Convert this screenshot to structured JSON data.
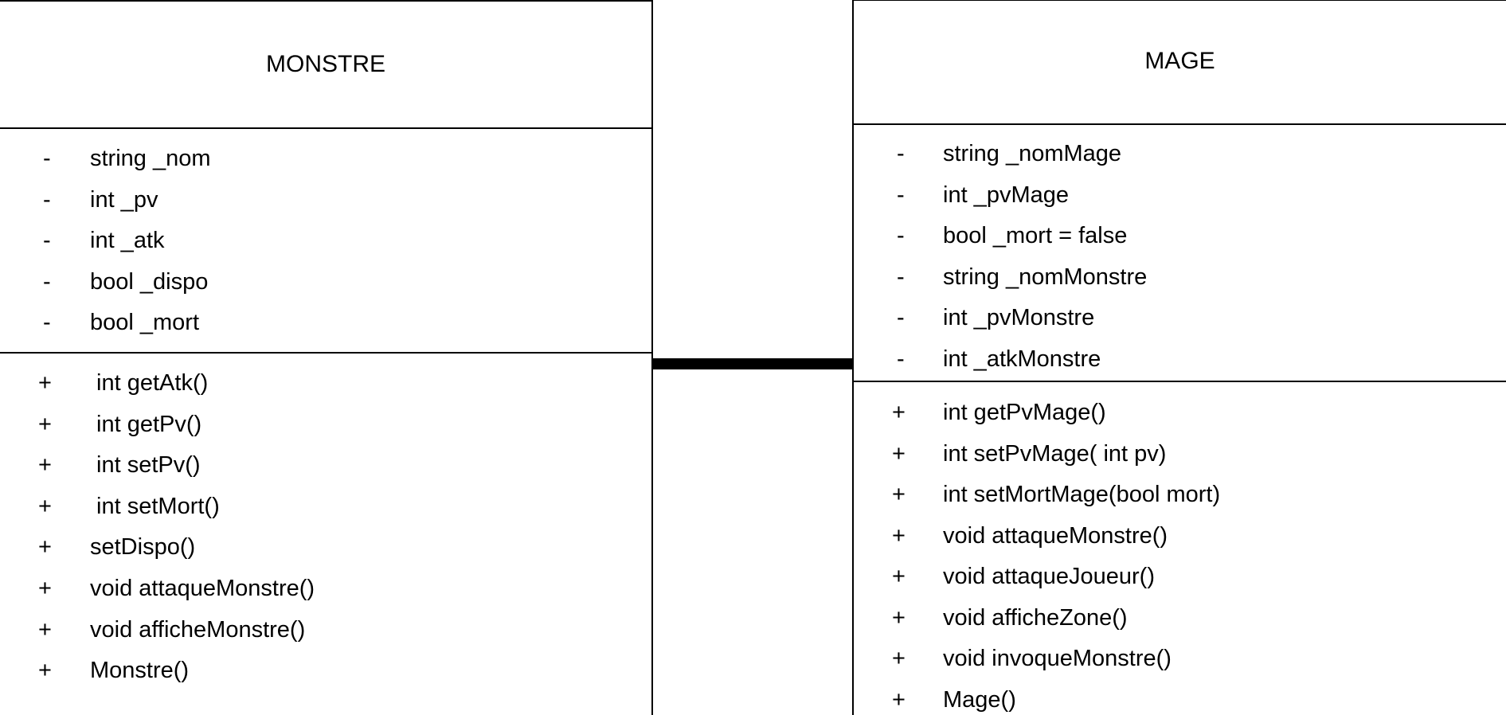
{
  "diagram": {
    "classes": [
      {
        "id": "monstre",
        "name": "MONSTRE",
        "attributes": [
          {
            "visibility": "-",
            "text": "string _nom"
          },
          {
            "visibility": "-",
            "text": "int _pv"
          },
          {
            "visibility": "-",
            "text": "int _atk"
          },
          {
            "visibility": "-",
            "text": "bool _dispo"
          },
          {
            "visibility": "-",
            "text": "bool _mort"
          }
        ],
        "methods": [
          {
            "visibility": "+",
            "text": " int getAtk()"
          },
          {
            "visibility": "+",
            "text": " int getPv()"
          },
          {
            "visibility": "+",
            "text": " int setPv()"
          },
          {
            "visibility": "+",
            "text": " int setMort()"
          },
          {
            "visibility": "+",
            "text": "setDispo()"
          },
          {
            "visibility": "+",
            "text": "void attaqueMonstre()"
          },
          {
            "visibility": "+",
            "text": "void afficheMonstre()"
          },
          {
            "visibility": "+",
            "text": "Monstre()"
          }
        ]
      },
      {
        "id": "mage",
        "name": "MAGE",
        "attributes": [
          {
            "visibility": "-",
            "text": "string _nomMage"
          },
          {
            "visibility": "-",
            "text": "int _pvMage"
          },
          {
            "visibility": "-",
            "text": "bool _mort = false"
          },
          {
            "visibility": "-",
            "text": "string _nomMonstre"
          },
          {
            "visibility": "-",
            "text": "int _pvMonstre"
          },
          {
            "visibility": "-",
            "text": "int _atkMonstre"
          }
        ],
        "methods": [
          {
            "visibility": "+",
            "text": "int getPvMage()"
          },
          {
            "visibility": "+",
            "text": "int setPvMage( int pv)"
          },
          {
            "visibility": "+",
            "text": "int setMortMage(bool mort)"
          },
          {
            "visibility": "+",
            "text": "void attaqueMonstre()"
          },
          {
            "visibility": "+",
            "text": "void attaqueJoueur()"
          },
          {
            "visibility": "+",
            "text": "void afficheZone()"
          },
          {
            "visibility": "+",
            "text": "void invoqueMonstre()"
          },
          {
            "visibility": "+",
            "text": "Mage()"
          }
        ]
      }
    ]
  }
}
